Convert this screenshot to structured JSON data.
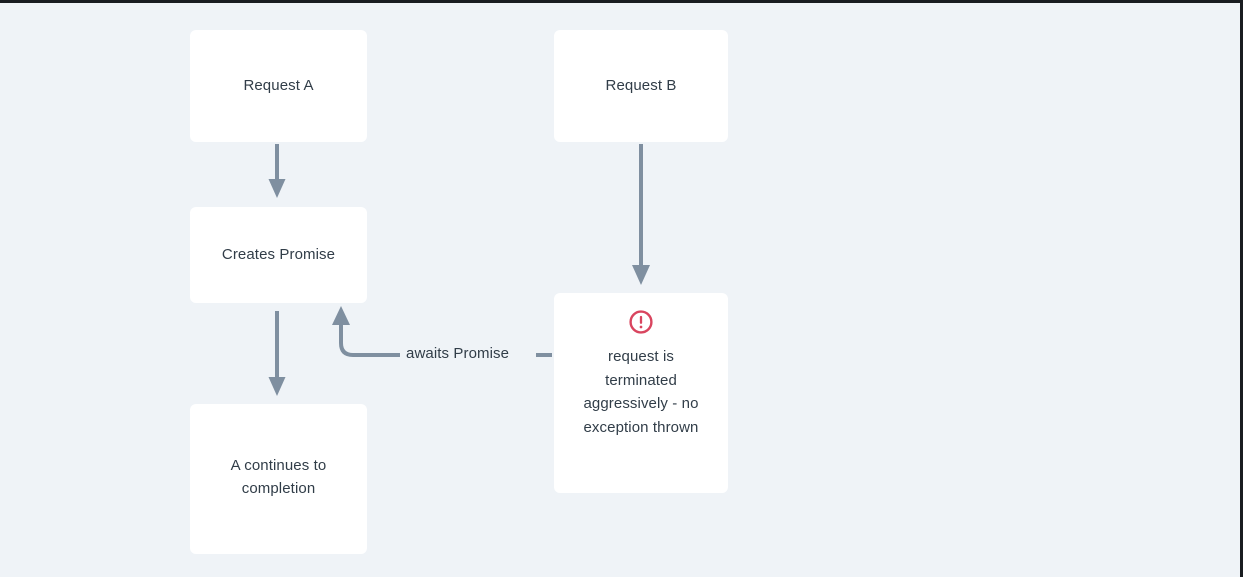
{
  "diagram": {
    "title": "Request A / Request B async promise flow",
    "background_color": "#eff3f7",
    "node_fill": "#ffffff",
    "text_color": "#313d48",
    "edge_color": "#7f8fa0",
    "error_color": "#d9455f",
    "nodes": [
      {
        "id": "request-a",
        "label": "Request A"
      },
      {
        "id": "creates-promise",
        "label": "Creates Promise"
      },
      {
        "id": "a-continues",
        "label": "A continues to\ncompletion"
      },
      {
        "id": "request-b",
        "label": "Request B"
      },
      {
        "id": "terminated",
        "label": "request is\nterminated\naggressively - no\nexception thrown",
        "icon": "error-exclamation-circle-icon"
      }
    ],
    "edges": [
      {
        "id": "a-to-creates",
        "from": "request-a",
        "to": "creates-promise",
        "label": ""
      },
      {
        "id": "creates-to-continues",
        "from": "creates-promise",
        "to": "a-continues",
        "label": ""
      },
      {
        "id": "b-to-terminated",
        "from": "request-b",
        "to": "terminated",
        "label": ""
      },
      {
        "id": "terminated-to-creates",
        "from": "terminated",
        "to": "creates-promise",
        "label": "awaits Promise"
      }
    ]
  }
}
